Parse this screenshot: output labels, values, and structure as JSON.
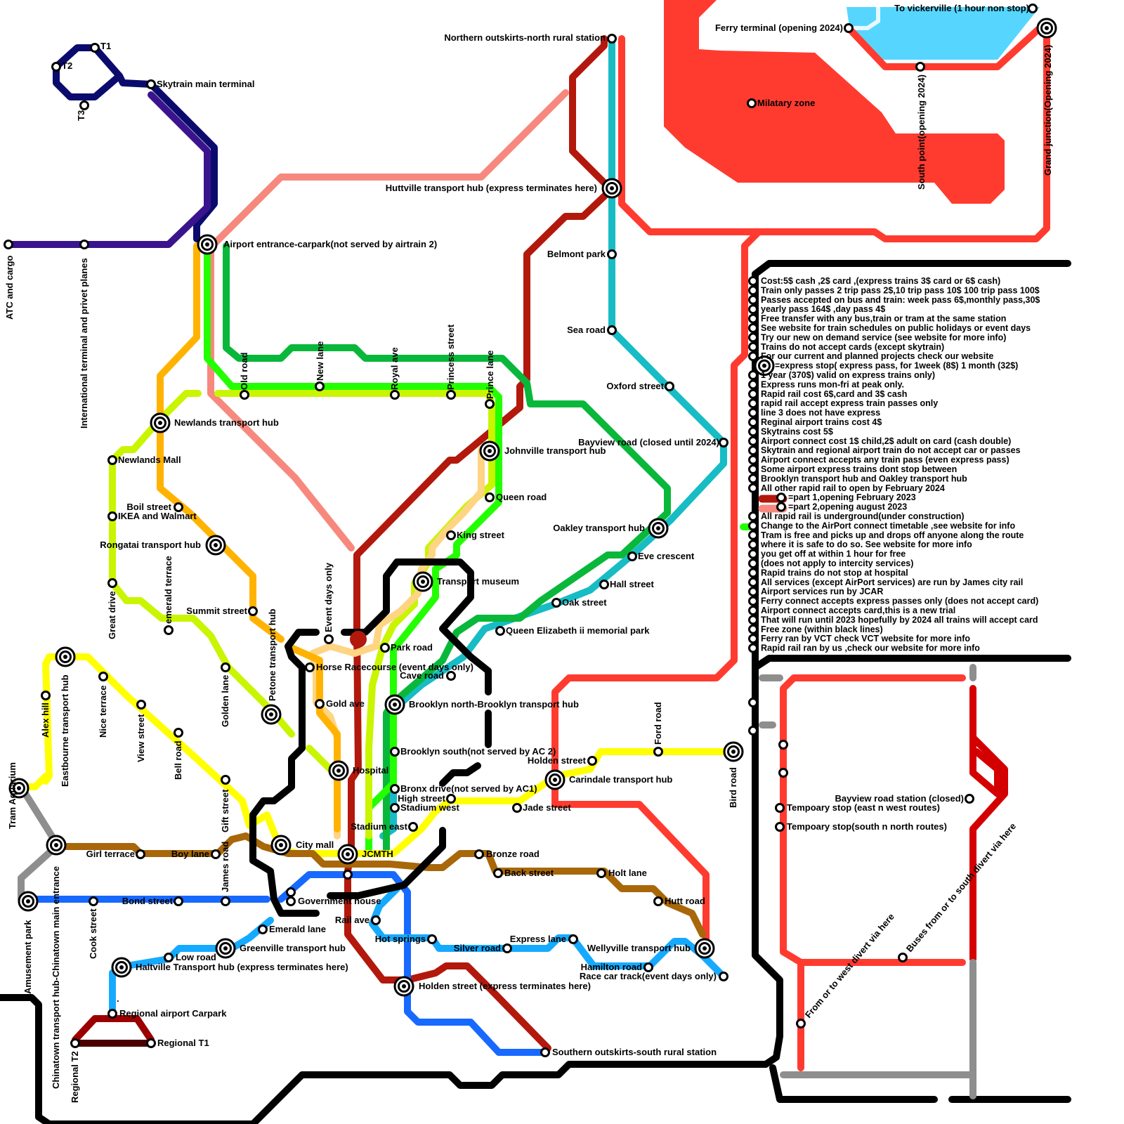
{
  "colors": {
    "ink": "#000000",
    "red_line": "#ff3b30",
    "dark_red": "#b3180c",
    "pink": "#f7887d",
    "teal": "#17bcc4",
    "green": "#09b83a",
    "bright_green": "#23ff00",
    "lime": "#c9f500",
    "yellow": "#ffff00",
    "orange": "#ffb300",
    "peach": "#ffd482",
    "brown": "#a86709",
    "blue": "#1769ff",
    "sky": "#16aaff",
    "navy": "#0b0b6e",
    "purple": "#3a148c",
    "grey": "#8e8e8e",
    "maroon": "#9b0000",
    "dark_maroon": "#4b0000",
    "water": "#56d6ff",
    "military": "#ff3b30",
    "bus_red": "#d40000"
  },
  "map": {
    "regions": {
      "water_label": "To vickerville (1 hour non stop)"
    },
    "stations": [
      {
        "id": "t1",
        "label": "T1"
      },
      {
        "id": "t2",
        "label": "T2"
      },
      {
        "id": "t3",
        "label": "T3"
      },
      {
        "id": "skytrain-main",
        "label": "Skytrain main terminal"
      },
      {
        "id": "atc",
        "label": "ATC and cargo"
      },
      {
        "id": "intl",
        "label": "International terminal and privet planes"
      },
      {
        "id": "airport-entrance",
        "label": "Airport entrance-carpark(not served by airtrain 2)"
      },
      {
        "id": "northern",
        "label": "Northern outskirts-north rural station"
      },
      {
        "id": "huttville",
        "label": "Huttville transport hub (express terminates here)"
      },
      {
        "id": "belmont",
        "label": "Belmont park"
      },
      {
        "id": "sea-road",
        "label": "Sea road"
      },
      {
        "id": "oxford",
        "label": "Oxford street"
      },
      {
        "id": "bayview",
        "label": "Bayview road (closed until 2024)"
      },
      {
        "id": "oakley",
        "label": "Oakley transport hub"
      },
      {
        "id": "eve",
        "label": "Eve crescent"
      },
      {
        "id": "hall",
        "label": "Hall street"
      },
      {
        "id": "oak",
        "label": "Oak street"
      },
      {
        "id": "qe2",
        "label": "Queen Elizabeth ii memorial park"
      },
      {
        "id": "ferry",
        "label": "Ferry terminal (opening 2024)"
      },
      {
        "id": "military",
        "label": "Milatary zone"
      },
      {
        "id": "south-point",
        "label": "South point(opening 2024)"
      },
      {
        "id": "grand-junction",
        "label": "Grand junction(Opening 2024)"
      },
      {
        "id": "old-road",
        "label": "Old road"
      },
      {
        "id": "new-lane",
        "label": "New lane"
      },
      {
        "id": "royal-ave",
        "label": "Royal ave"
      },
      {
        "id": "princess",
        "label": "Princess street"
      },
      {
        "id": "prince-lane",
        "label": "Prince lane"
      },
      {
        "id": "johnville",
        "label": "Johnville transport hub"
      },
      {
        "id": "queen-road",
        "label": "Queen road"
      },
      {
        "id": "king",
        "label": "King street"
      },
      {
        "id": "museum",
        "label": "Transport museum"
      },
      {
        "id": "newlands-hub",
        "label": "Newlands transport hub"
      },
      {
        "id": "newlands-mall",
        "label": "Newlands Mall"
      },
      {
        "id": "boil",
        "label": "Boil street"
      },
      {
        "id": "ikea",
        "label": "IKEA and Walmart"
      },
      {
        "id": "rongatai",
        "label": "Rongatai transport hub"
      },
      {
        "id": "great-drive",
        "label": "Great drive"
      },
      {
        "id": "emerald-terrace",
        "label": "emerald terrace"
      },
      {
        "id": "summit",
        "label": "Summit street"
      },
      {
        "id": "petone",
        "label": "Petone transport hub"
      },
      {
        "id": "event-days",
        "label": "Event days only"
      },
      {
        "id": "horse",
        "label": "Horse Racecourse (event days only)"
      },
      {
        "id": "park-road",
        "label": "Park road"
      },
      {
        "id": "cave-road",
        "label": "Cave road"
      },
      {
        "id": "brooklyn-north",
        "label": "Brooklyn north-Brooklyn transport hub"
      },
      {
        "id": "brooklyn-south",
        "label": "Brooklyn south(not served by AC 2)"
      },
      {
        "id": "gold-ave",
        "label": "Gold ave"
      },
      {
        "id": "golden-lane",
        "label": "Golden lane"
      },
      {
        "id": "hospital",
        "label": "Hospital"
      },
      {
        "id": "bronx",
        "label": "Bronx drive(not served by AC1)"
      },
      {
        "id": "high",
        "label": "High street"
      },
      {
        "id": "stadium-west",
        "label": "Stadium west"
      },
      {
        "id": "stadium-east",
        "label": "Stadium east"
      },
      {
        "id": "jade",
        "label": "Jade street"
      },
      {
        "id": "holden-street",
        "label": "Holden street"
      },
      {
        "id": "ford",
        "label": "Ford road"
      },
      {
        "id": "carindale",
        "label": "Carindale transport hub"
      },
      {
        "id": "bird",
        "label": "Bird road"
      },
      {
        "id": "eastbourne",
        "label": "Eastbourne transport hub"
      },
      {
        "id": "alex-hill",
        "label": "Alex hill"
      },
      {
        "id": "nice-terrace",
        "label": "Nice terrace"
      },
      {
        "id": "view-street",
        "label": "View street"
      },
      {
        "id": "bell-road",
        "label": "Bell road"
      },
      {
        "id": "gift-street",
        "label": "Gift street"
      },
      {
        "id": "city-mall",
        "label": "City mall"
      },
      {
        "id": "jcmth",
        "label": "JCMTH"
      },
      {
        "id": "tram-aquarium",
        "label": "Tram Aquarium"
      },
      {
        "id": "chinatown",
        "label": "Chinatown transport hub-Chinatown main entrance"
      },
      {
        "id": "girl-terrace",
        "label": "Girl terrace"
      },
      {
        "id": "boy-lane",
        "label": "Boy lane"
      },
      {
        "id": "james-road",
        "label": "James road"
      },
      {
        "id": "amusement",
        "label": "Amusement park"
      },
      {
        "id": "cook",
        "label": "Cook street"
      },
      {
        "id": "bond",
        "label": "Bond street"
      },
      {
        "id": "government",
        "label": "Government house"
      },
      {
        "id": "bronze",
        "label": "Bronze road"
      },
      {
        "id": "back-street",
        "label": "Back street"
      },
      {
        "id": "holt",
        "label": "Holt lane"
      },
      {
        "id": "hutt-road",
        "label": "Hutt road"
      },
      {
        "id": "emerald-lane",
        "label": "Emerald lane"
      },
      {
        "id": "greenville",
        "label": "Greenville transport hub"
      },
      {
        "id": "low-road",
        "label": "Low road"
      },
      {
        "id": "haltville",
        "label": "Haltville Transport hub (express terminates here)"
      },
      {
        "id": "rail-ave",
        "label": "Rail ave"
      },
      {
        "id": "hot-springs",
        "label": "Hot springs"
      },
      {
        "id": "silver",
        "label": "Silver road"
      },
      {
        "id": "express-lane",
        "label": "Express lane"
      },
      {
        "id": "wellyville",
        "label": "Wellyville transport hub"
      },
      {
        "id": "hamilton",
        "label": "Hamilton road"
      },
      {
        "id": "race-car",
        "label": "Race car track(event days only)"
      },
      {
        "id": "holden-hub",
        "label": "Holden street (express terminates here)"
      },
      {
        "id": "southern",
        "label": "Southern outskirts-south rural station"
      },
      {
        "id": "regional-carpark",
        "label": "Regional airport Carpark"
      },
      {
        "id": "regional-t1",
        "label": "Regional T1"
      },
      {
        "id": "regional-t2",
        "label": "Regional T2"
      },
      {
        "id": "dot-label",
        "label": "."
      },
      {
        "id": "bayview-closed",
        "label": "Bayview road station (closed)"
      },
      {
        "id": "temp-ew",
        "label": "Tempoary stop (east n west routes)"
      },
      {
        "id": "temp-sn",
        "label": "Tempoary stop(south n north routes)"
      },
      {
        "id": "west-divert",
        "label": "From or to west divert via here"
      },
      {
        "id": "south-divert",
        "label": "Buses from or to south divert via here"
      }
    ]
  },
  "info_panel": {
    "notes": [
      "Cost:5$ cash ,2$ card ,(express trains 3$ card or 6$ cash)",
      "Train only passes 2 trip pass 2$,10 trip pass 10$ 100 trip pass 100$",
      "Passes accepted on bus and train: week pass 6$,monthly pass,30$",
      "yearly pass 164$ ,day pass 4$",
      "Free transfer with any bus,train or tram at the same station",
      "See website for train schedules on public holidays or event days",
      "Try our new on demand service (see website for more info)",
      "Trains do not accept cards (except skytrain)",
      "For our current and planned projects check our website",
      "=express stop( express pass, for 1week (8$) 1 month (32$)",
      "1 year (370$) valid on express trains only)",
      "Express runs mon-fri at peak only.",
      "Rapid rail cost 6$,card and 3$ cash",
      "rapid rail accept express train passes only",
      "line 3 does not have express",
      "Reginal airport trains cost 4$",
      "Skytrains cost 5$",
      "Airport connect cost 1$ child,2$ adult on card (cash double)",
      "Skytrain and regional airport train do not accept car or passes",
      "Airport connect accepts any train pass (even express pass)",
      "Some airport express trains dont stop between",
      "Brooklyn transport hub and Oakley transport hub",
      "All other rapid rail to open by February 2024",
      "=part 1,opening February 2023",
      "=part 2,opening august 2023",
      "All rapid rail is underground(under construction)",
      "Change to the AirPort connect timetable ,see website for info",
      "Tram is free and picks up and drops off anyone along the route",
      "where it is safe to do so. See website for more info",
      "you get off at within 1 hour for free",
      "(does not apply to intercity services)",
      "Rapid trains do not stop at hospital",
      "All services (except AirPort services) are run by James city rail",
      "Airport services run by JCAR",
      "Ferry connect accepts express passes only (does not accept card)",
      "Airport connect accepts card,this is a new trial",
      "That will run until 2023 hopefully by 2024 all trains will accept card",
      "Free zone (within black lines)",
      "Ferry ran by VCT check VCT website for more info",
      "Rapid rail ran by us ,check our website for more info"
    ]
  }
}
